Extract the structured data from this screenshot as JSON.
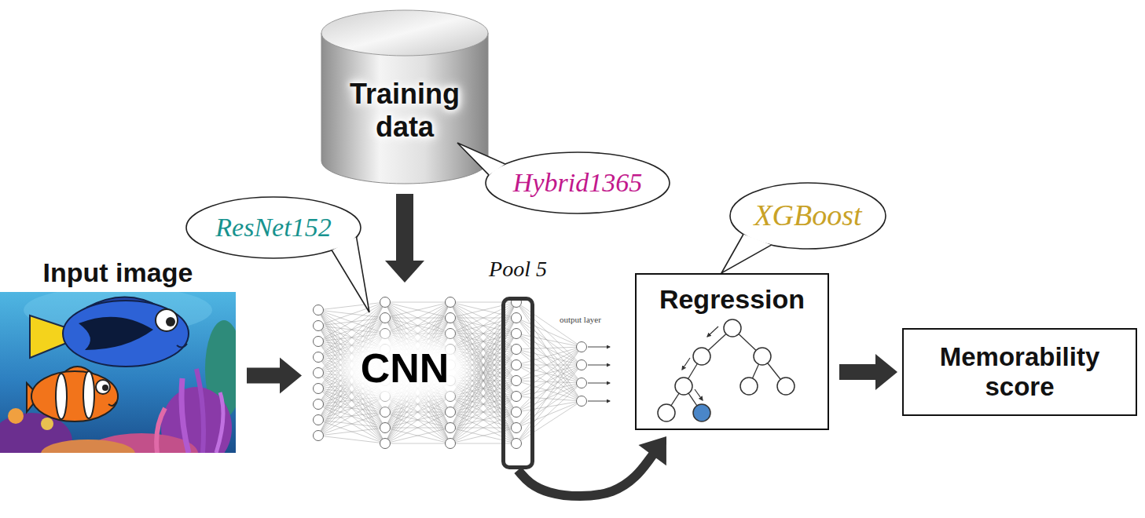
{
  "diagram": {
    "nodes": [
      {
        "text": [
          "Training data"
        ]
      },
      {
        "text": [
          "Hybrid1365"
        ]
      },
      {
        "text": [
          "ResNet152"
        ]
      },
      {
        "text": [
          "Input image"
        ]
      },
      {
        "text": [
          "CNN"
        ]
      },
      {
        "text": [
          "Pool 5"
        ],
        "in": 4
      },
      {
        "text": [
          "XGBoost"
        ]
      },
      {
        "text": [
          "Regression"
        ]
      },
      {
        "text": [
          "Memorability score"
        ]
      }
    ],
    "edges": [
      {
        "from": 0,
        "to": 4,
        "arrow": "to"
      },
      {
        "from": 3,
        "to": 4,
        "arrow": "to"
      },
      {
        "from": 5,
        "to": 7,
        "arrow": "to"
      },
      {
        "from": 7,
        "to": 8,
        "arrow": "to"
      },
      {
        "from": 1,
        "to": 0,
        "arrow": "none"
      },
      {
        "from": 2,
        "to": 4,
        "arrow": "none"
      },
      {
        "from": 6,
        "to": 7,
        "arrow": "none"
      }
    ],
    "labels": [
      "output layer"
    ]
  }
}
